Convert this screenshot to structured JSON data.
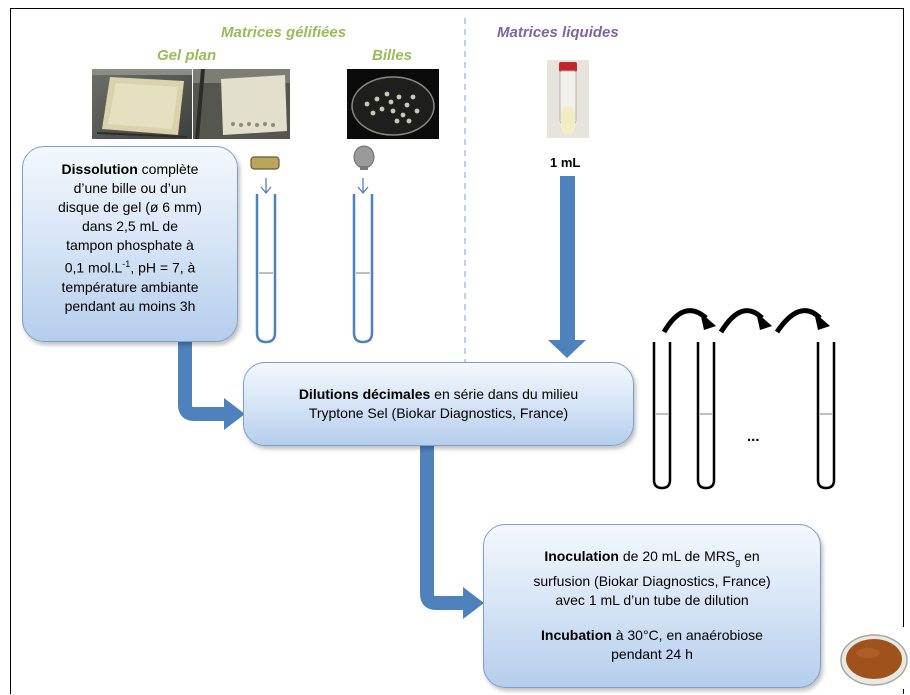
{
  "headers": {
    "gel_matrices": "Matrices gélifiées",
    "flat_gel": "Gel plan",
    "beads": "Billes",
    "liquid_matrices": "Matrices liquides"
  },
  "dissolution": {
    "bold": "Dissolution",
    "text1": " complète",
    "line2": "d’une bille ou d’un",
    "line3": "disque de gel (ø 6 mm)",
    "line4": "dans 2,5 mL de",
    "line5": "tampon phosphate à",
    "line6a": "0,1 mol.L",
    "line6sup": "-1",
    "line6b": ", pH = 7, à",
    "line7": "température ambiante",
    "line8": "pendant au moins 3h"
  },
  "volume_label": "1 mL",
  "dilutions": {
    "bold": "Dilutions décimales",
    "text1": " en série dans du milieu",
    "line2": "Tryptone Sel (Biokar Diagnostics, France)"
  },
  "ellipsis": "...",
  "inoculation": {
    "bold": "Inoculation",
    "text1": " de 20 mL de MRS",
    "sub": "g",
    "text2": " en",
    "line2": "surfusion (Biokar Diagnostics, France)",
    "line3": "avec 1 mL d’un tube de dilution"
  },
  "incubation": {
    "bold": "Incubation",
    "text1": " à 30°C, en anaérobiose",
    "line2": "pendant 24 h"
  },
  "colors": {
    "header_green": "#9bbb59",
    "header_purple": "#8064a2",
    "arrow_blue": "#4f81bd",
    "tube_blue": "#4f81bd",
    "agar_brown": "#a0521c"
  }
}
